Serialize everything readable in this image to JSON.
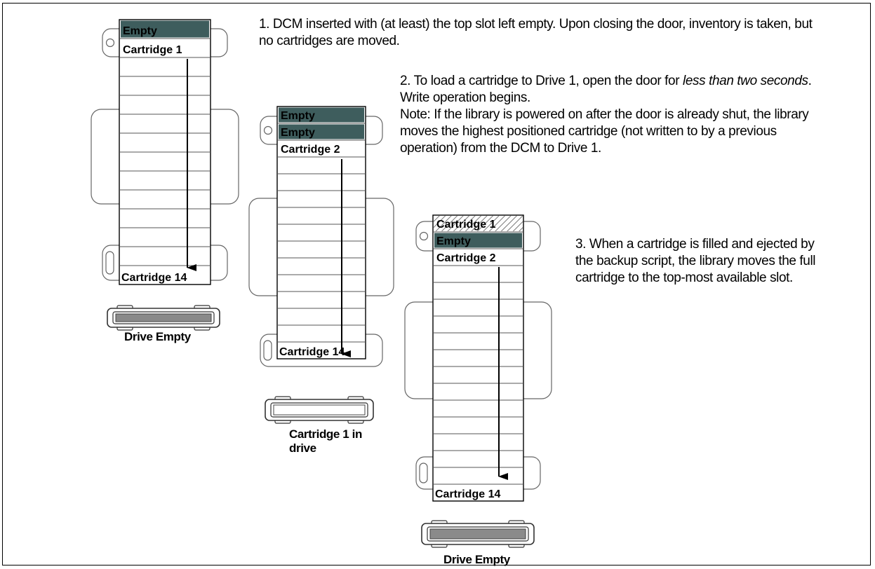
{
  "diagram": {
    "steps": [
      {
        "caption": "1. DCM inserted with (at least) the top slot left empty. Upon closing the door, inventory is taken, but no cartridges are moved.",
        "slots_top": [
          "Empty",
          "Cartridge 1"
        ],
        "slot_bottom": "Cartridge 14",
        "top_fills": [
          "empty",
          "none"
        ],
        "drive_label": "Drive Empty",
        "drive_state": "empty"
      },
      {
        "caption_start": "2. To load a cartridge to Drive 1, open the door for ",
        "caption_emphasis": "less than two seconds",
        "caption_end": ". Write operation begins.",
        "note": "Note: If the library is powered on after the door is already shut, the library moves the highest positioned cartridge (not written to by a previous operation) from the DCM to Drive 1.",
        "slots_top": [
          "Empty",
          "Empty",
          "Cartridge 2"
        ],
        "slot_bottom": "Cartridge 14",
        "top_fills": [
          "empty",
          "empty",
          "none"
        ],
        "drive_label": "Cartridge 1 in drive",
        "drive_state": "loaded"
      },
      {
        "caption": "3. When a cartridge is filled and ejected by the backup script, the library moves the full cartridge to the top-most available slot.",
        "slots_top": [
          "Cartridge 1",
          "Empty",
          "Cartridge 2"
        ],
        "slot_bottom": "Cartridge 14",
        "top_fills": [
          "full",
          "empty",
          "none"
        ],
        "drive_label": "Drive Empty",
        "drive_state": "empty"
      }
    ],
    "colors": {
      "empty_slot": "#3e5d5d",
      "line": "#000000",
      "outline": "#666666"
    }
  }
}
